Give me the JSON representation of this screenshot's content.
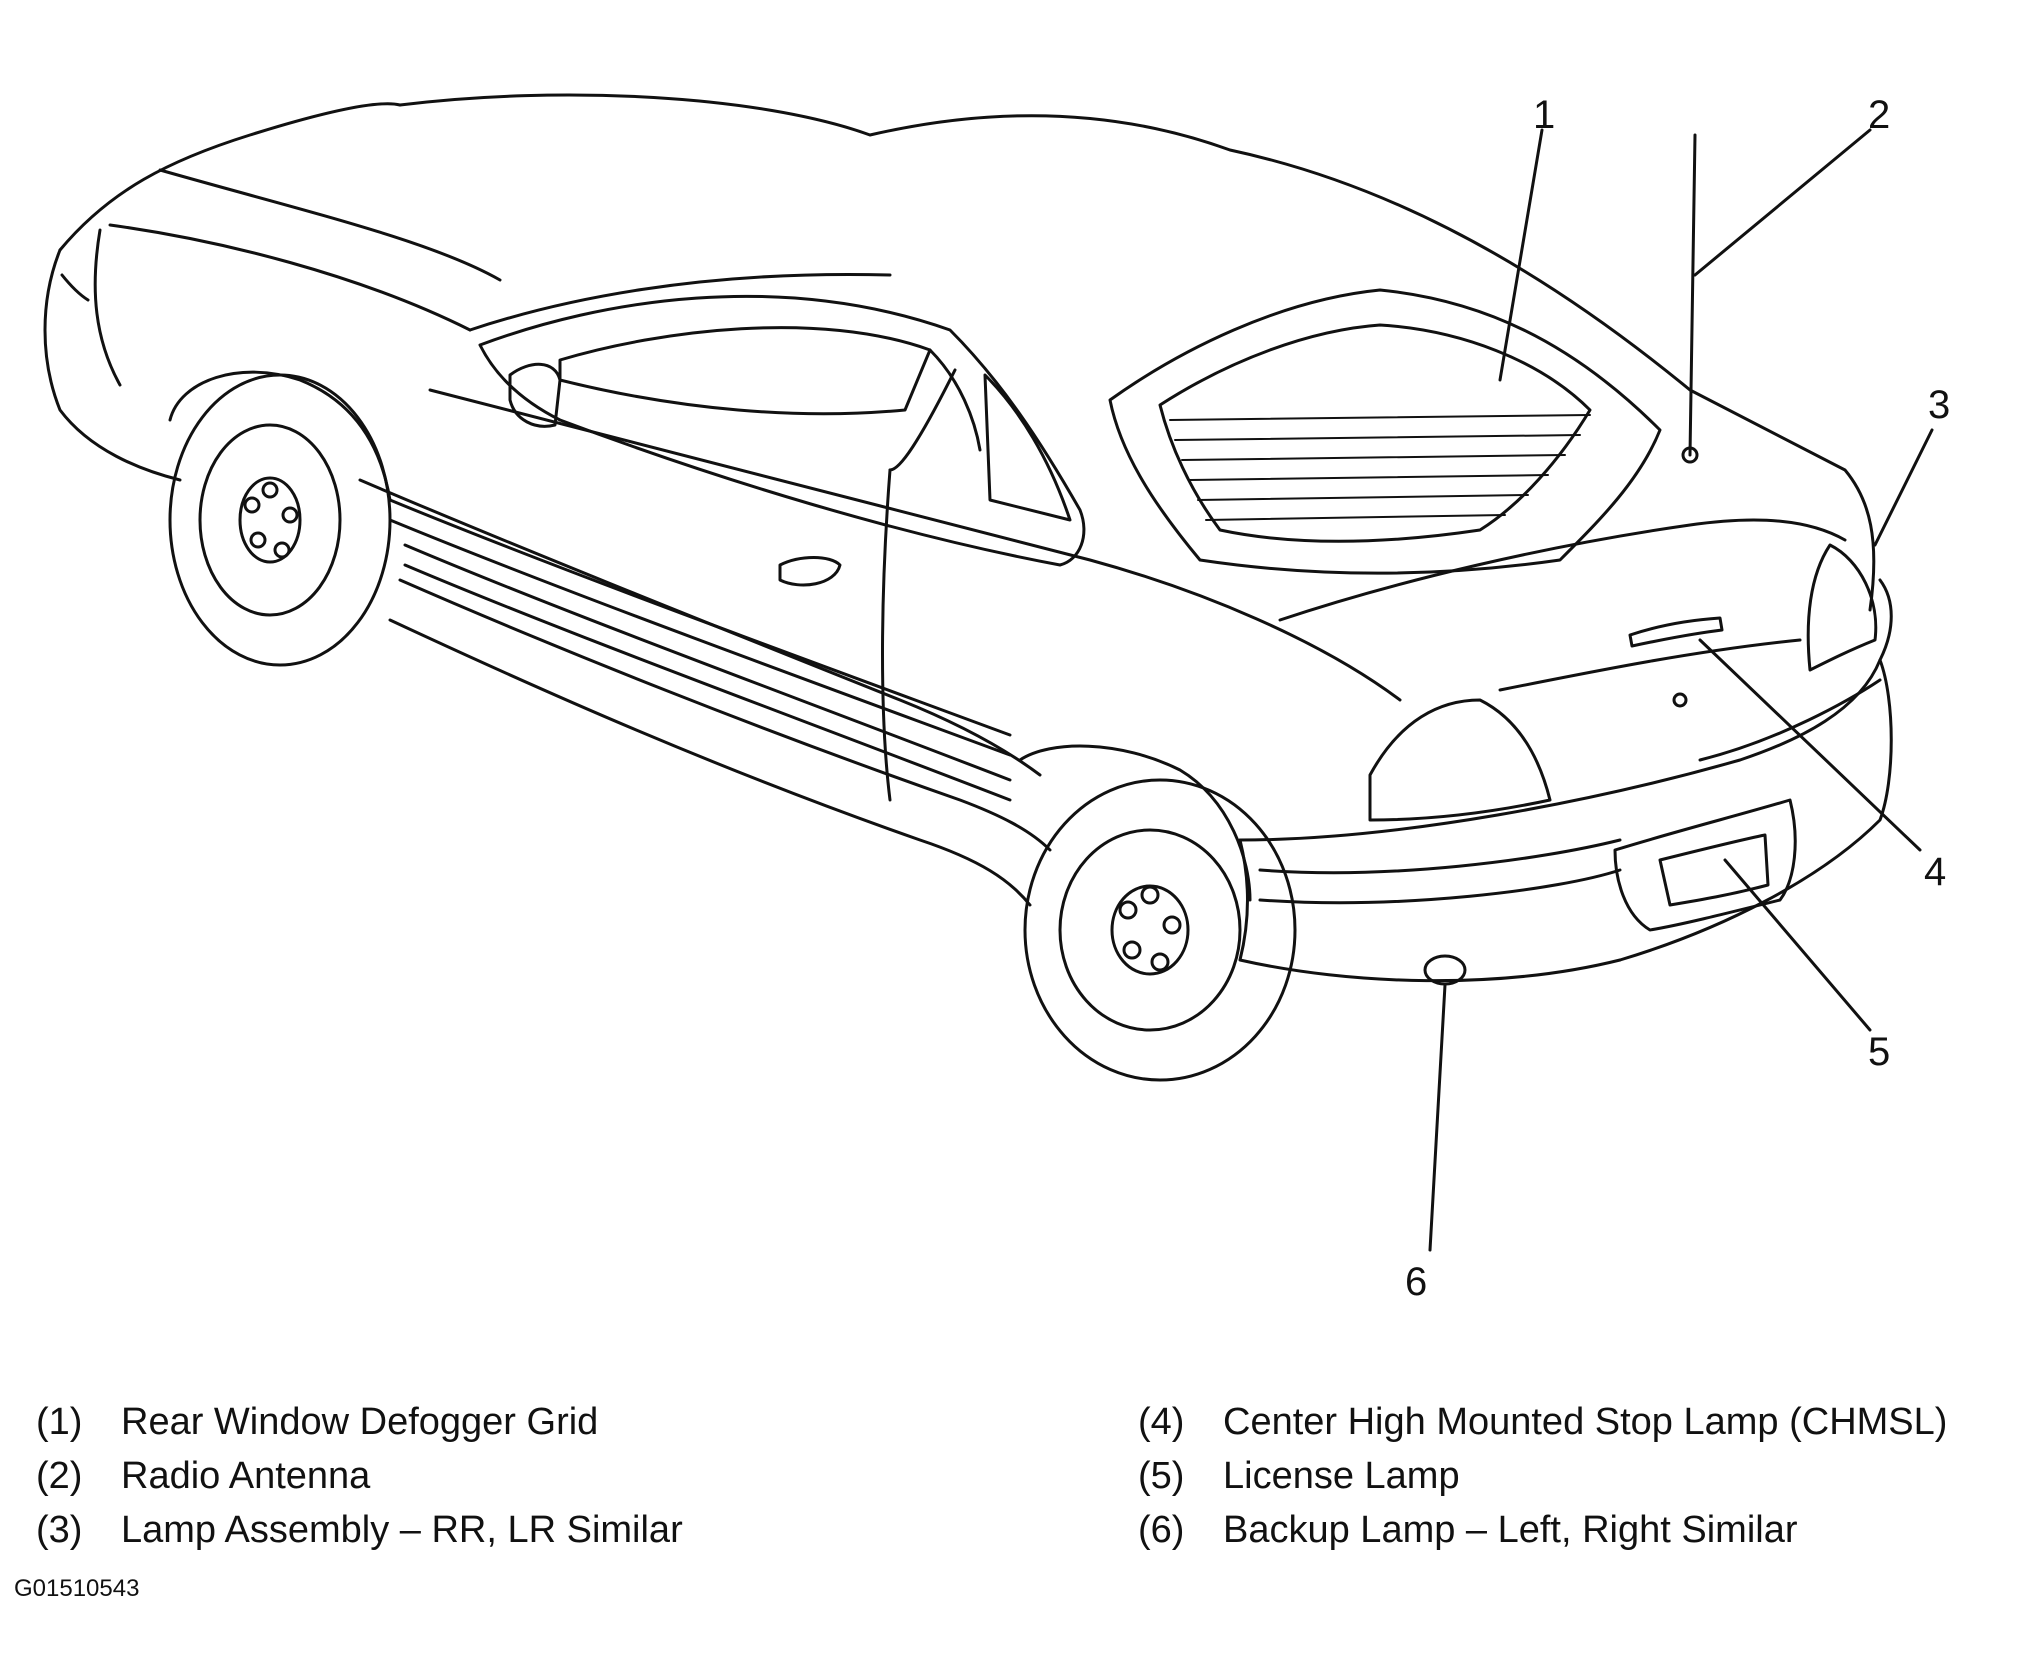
{
  "callouts": [
    {
      "number": "1",
      "part": "Rear Window Defogger Grid"
    },
    {
      "number": "2",
      "part": "Radio Antenna"
    },
    {
      "number": "3",
      "part": "Lamp Assembly – RR, LR Similar"
    },
    {
      "number": "4",
      "part": "Center High Mounted Stop Lamp (CHMSL)"
    },
    {
      "number": "5",
      "part": "License Lamp"
    },
    {
      "number": "6",
      "part": "Backup Lamp – Left, Right Similar"
    }
  ],
  "legend": {
    "left": [
      {
        "num": "(1)",
        "text": "Rear Window Defogger Grid"
      },
      {
        "num": "(2)",
        "text": "Radio Antenna"
      },
      {
        "num": "(3)",
        "text": "Lamp Assembly – RR, LR Similar"
      }
    ],
    "right": [
      {
        "num": "(4)",
        "text": "Center High Mounted Stop Lamp (CHMSL)"
      },
      {
        "num": "(5)",
        "text": "License Lamp"
      },
      {
        "num": "(6)",
        "text": "Backup Lamp – Left, Right Similar"
      }
    ]
  },
  "figure_code": "G01510543",
  "colors": {
    "line": "#111111",
    "background": "#ffffff"
  }
}
